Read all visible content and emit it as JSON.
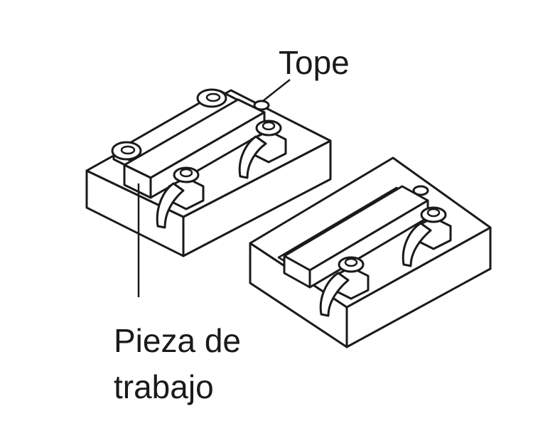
{
  "labels": {
    "stop": "Tope",
    "workpiece_line1": "Pieza de",
    "workpiece_line2": "trabajo"
  }
}
